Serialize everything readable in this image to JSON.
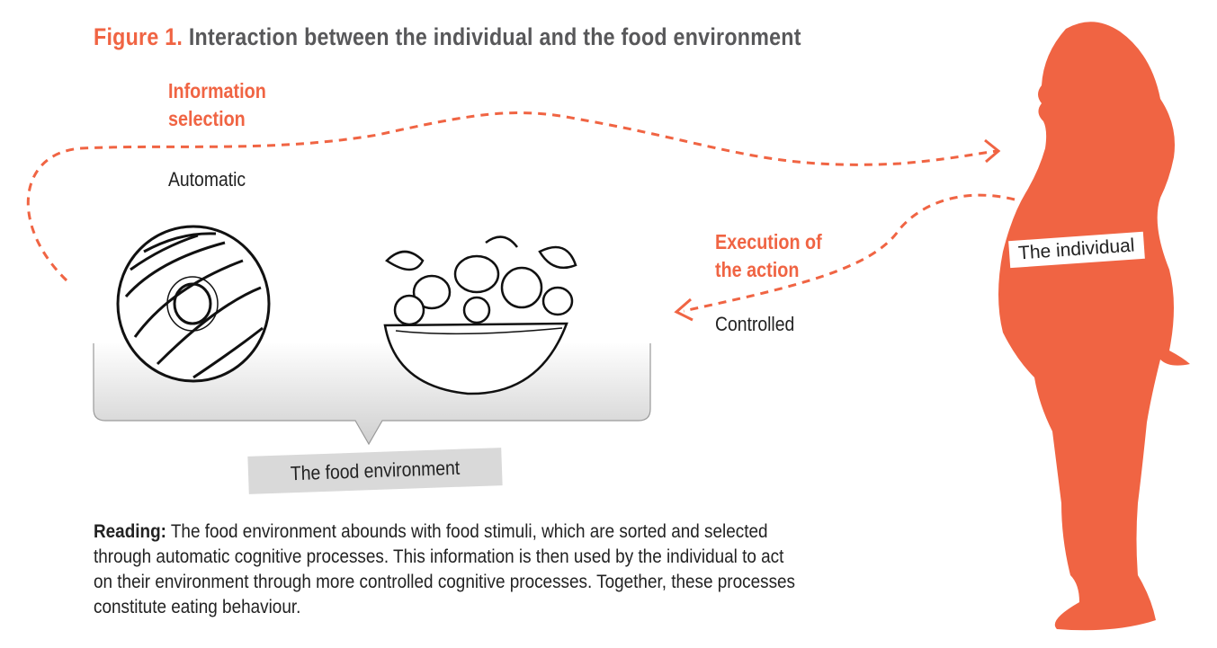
{
  "figure": {
    "number_label": "Figure 1.",
    "title": "Interaction between the individual and the food environment"
  },
  "labels": {
    "information_selection": [
      "Information",
      "selection"
    ],
    "automatic": "Automatic",
    "execution_of_action": [
      "Execution of",
      "the action"
    ],
    "controlled": "Controlled",
    "food_environment": "The food environment",
    "individual": "The individual"
  },
  "reading": {
    "label": "Reading:",
    "text": " The food environment abounds with food stimuli, which are sorted and selected through automatic cognitive processes. This information is then used by the individual to act on their environment through more controlled cognitive processes. Together, these processes constitute eating behaviour."
  },
  "colors": {
    "accent": "#f06443",
    "title_gray": "#58585a",
    "tag_gray": "#d9d9d9"
  }
}
